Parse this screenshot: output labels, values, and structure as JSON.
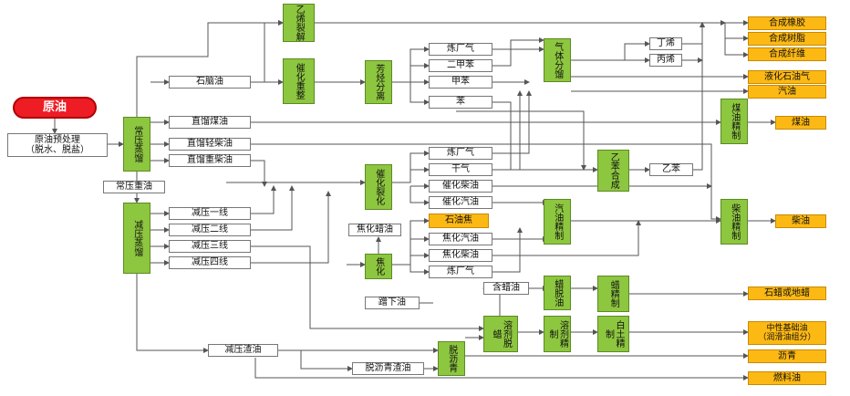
{
  "nodes": {
    "crude": "原油",
    "pretreat": "原油预处理\n（脱水、脱盐）",
    "atm": "常压蒸馏",
    "vac": "减压蒸馏",
    "atm_resid": "常压重油",
    "naphtha": "石脑油",
    "kero": "直馏煤油",
    "light_diesel": "直馏轻柴油",
    "heavy_diesel": "直馏重柴油",
    "vac1": "减压一线",
    "vac2": "减压二线",
    "vac3": "减压三线",
    "vac4": "减压四线",
    "vac_resid": "减压渣油",
    "ethylene_crack": "乙烯裂解",
    "cat_reform": "催化重整",
    "aromatics_sep": "芳烃分离",
    "refinery_gas1": "炼厂气",
    "xylene": "二甲苯",
    "toluene": "甲苯",
    "benzene": "苯",
    "gas_sep": "气体分馏",
    "butene": "丁烯",
    "propylene": "丙烯",
    "cat_crack": "催化裂化",
    "refinery_gas2": "炼厂气",
    "dry_gas": "干气",
    "cat_diesel": "催化柴油",
    "cat_gasoline": "催化汽油",
    "pet_coke": "石油焦",
    "coker_gasoline": "焦化汽油",
    "coker_diesel": "焦化柴油",
    "refinery_gas3": "炼厂气",
    "coker_wax": "焦化蜡油",
    "coking": "焦化",
    "styrene_syn": "乙苯合成",
    "styrene": "乙苯",
    "gasoline_refine": "汽油精制",
    "kero_refine": "煤油精制",
    "diesel_refine": "柴油精制",
    "wax_oil": "含蜡油",
    "dewax": "蜡脱油",
    "wax_refine": "蜡精制",
    "slack": "蹭下油",
    "solvent_dewax": "溶剂脱蜡",
    "solvent_refine": "溶剂精制",
    "clay_refine": "白土精制",
    "deasphalt": "脱沥青",
    "deasph_resid": "脱沥青渣油"
  },
  "products": {
    "rubber": "合成橡胶",
    "resin": "合成树脂",
    "fiber": "合成纤维",
    "lpg": "液化石油气",
    "gasoline": "汽油",
    "kerosene": "煤油",
    "diesel": "柴油",
    "wax": "石蜡或地蜡",
    "base_oil": "中性基础油\n（润滑油组分）",
    "asphalt": "沥青",
    "fuel_oil": "燃料油"
  },
  "colors": {
    "crude": "#ee1c24",
    "process": "#8dc63f",
    "product": "#fdb913",
    "coke": "#fdb913",
    "line": "#555555"
  }
}
